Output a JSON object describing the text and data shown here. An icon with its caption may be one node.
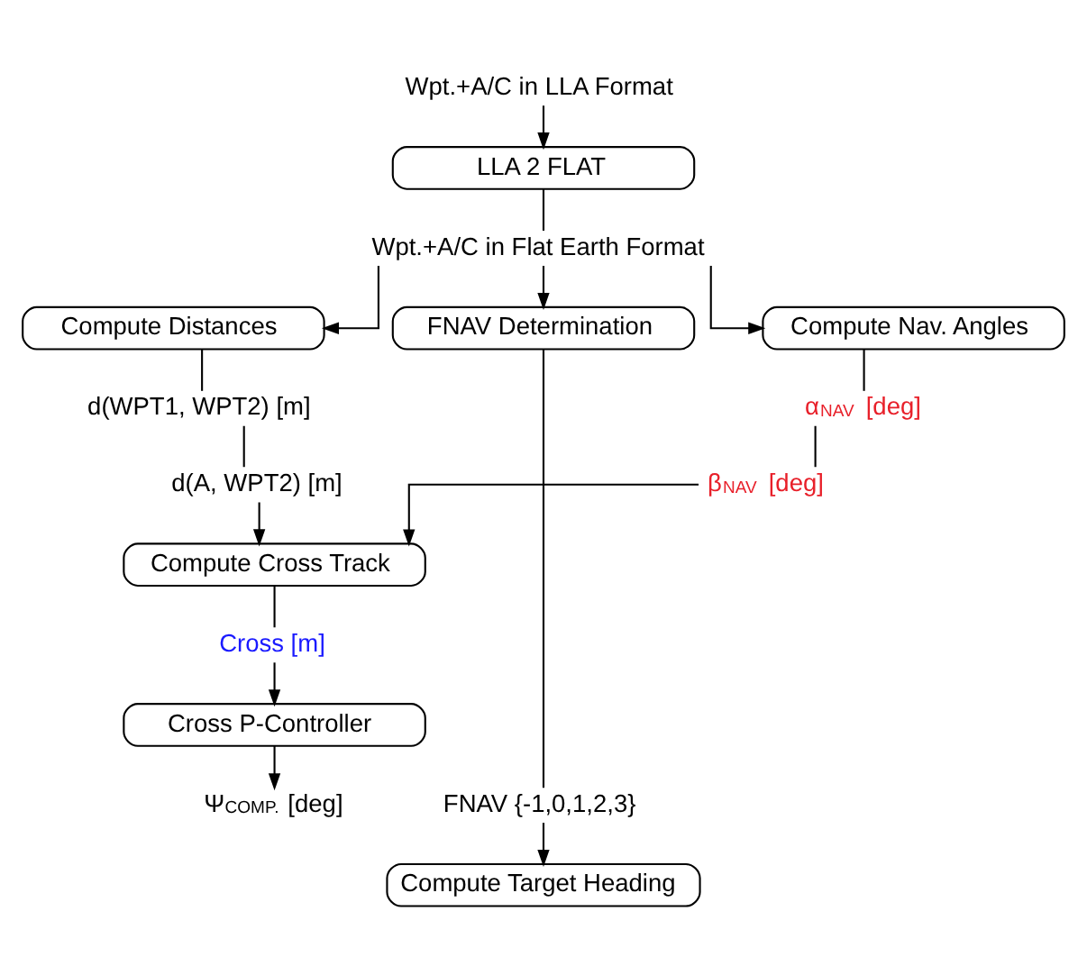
{
  "diagram": {
    "nodes": [
      {
        "text": [
          "Wpt.+A/C in LLA Format"
        ]
      },
      {
        "text": [
          "LLA 2 FLAT"
        ]
      },
      {
        "text": [
          "Wpt.+A/C in Flat Earth Format"
        ]
      },
      {
        "text": [
          "Compute Distances"
        ]
      },
      {
        "text": [
          "Compute Nav. Angles"
        ]
      },
      {
        "text": [
          "d(WPT1, WPT2) [m]"
        ]
      },
      {
        "text": [
          "d(A, WPT2) [m]"
        ]
      },
      {
        "text": [
          "α$_{NAV}$ [deg]"
        ]
      },
      {
        "text": [
          "β$_{NAV}$ [deg]"
        ]
      },
      {
        "text": [
          "Compute Cross Track"
        ]
      },
      {
        "text": [
          "Cross [m]"
        ]
      },
      {
        "text": [
          "Cross P-Controller"
        ]
      },
      {
        "text": [
          "Ψ$_{COMP.}$ [deg]"
        ]
      },
      {
        "text": [
          "FNAV Determination"
        ]
      },
      {
        "text": [
          "FNAV {-1,0,1,2,3}"
        ]
      },
      {
        "text": [
          "Compute Target Heading"
        ]
      }
    ],
    "edges": [
      {
        "from": 0,
        "to": 1,
        "arrow": "to"
      },
      {
        "from": 1,
        "to": 2,
        "arrow": "none"
      },
      {
        "from": 2,
        "to": 3,
        "arrow": "to"
      },
      {
        "from": 2,
        "to": 13,
        "arrow": "to"
      },
      {
        "from": 2,
        "to": 4,
        "arrow": "to"
      },
      {
        "from": 3,
        "to": 5,
        "arrow": "none"
      },
      {
        "from": 5,
        "to": 6,
        "arrow": "none"
      },
      {
        "from": 6,
        "to": 9,
        "arrow": "to"
      },
      {
        "from": 4,
        "to": 7,
        "arrow": "none"
      },
      {
        "from": 7,
        "to": 8,
        "arrow": "none"
      },
      {
        "from": 8,
        "to": 9,
        "arrow": "to"
      },
      {
        "from": 9,
        "to": 10,
        "arrow": "none"
      },
      {
        "from": 10,
        "to": 11,
        "arrow": "to"
      },
      {
        "from": 11,
        "to": 12,
        "arrow": "to"
      },
      {
        "from": 13,
        "to": 14,
        "arrow": "none"
      },
      {
        "from": 14,
        "to": 15,
        "arrow": "to"
      }
    ]
  }
}
